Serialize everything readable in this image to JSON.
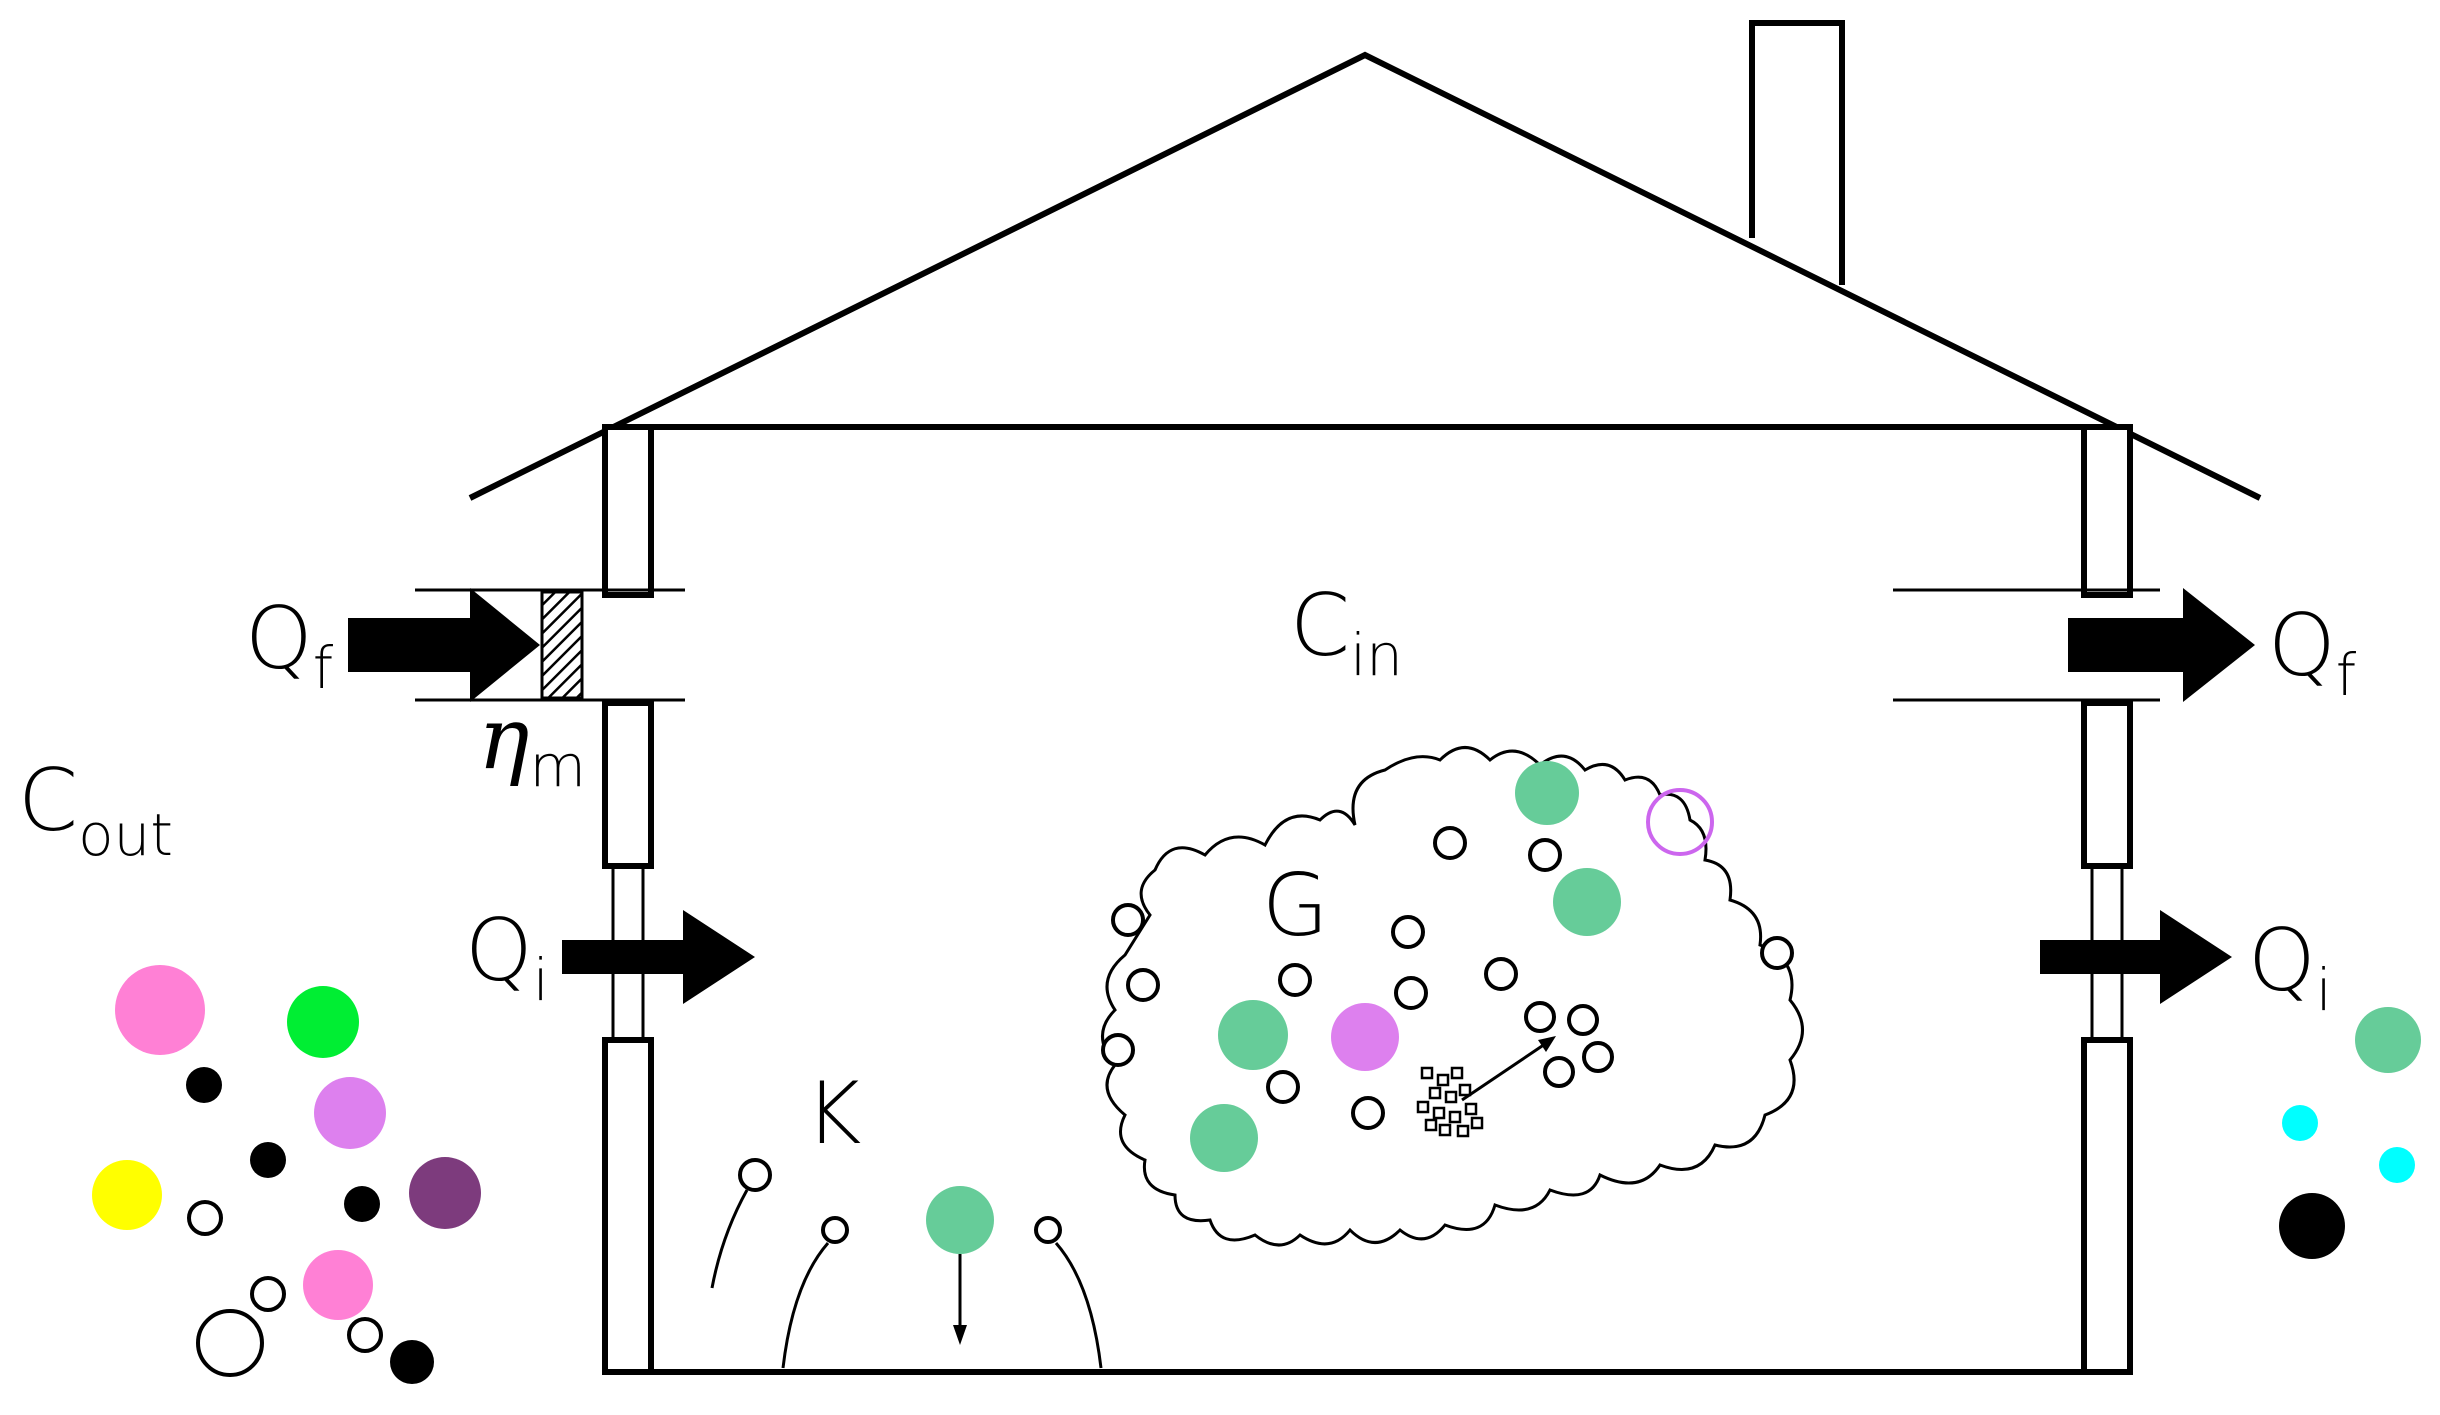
{
  "labels": {
    "q_f_in": {
      "main": "Q",
      "sub": "f"
    },
    "q_f_out": {
      "main": "Q",
      "sub": "f"
    },
    "q_i_in": {
      "main": "Q",
      "sub": "i"
    },
    "q_i_out": {
      "main": "Q",
      "sub": "i"
    },
    "c_out": {
      "main": "C",
      "sub": "out"
    },
    "c_in": {
      "main": "C",
      "sub": "in"
    },
    "eta_m": {
      "main": "η",
      "sub": "m"
    },
    "g": "G",
    "k": "K"
  },
  "colors": {
    "green": "#66cc99",
    "pink": "#ff80d5",
    "violet": "#dd80ee",
    "bright_green": "#00ee33",
    "yellow": "#ffff00",
    "purple": "#7d3b7d",
    "cyan": "#00ffff",
    "black": "#000000",
    "lavender_outline": "#cc66ee"
  }
}
